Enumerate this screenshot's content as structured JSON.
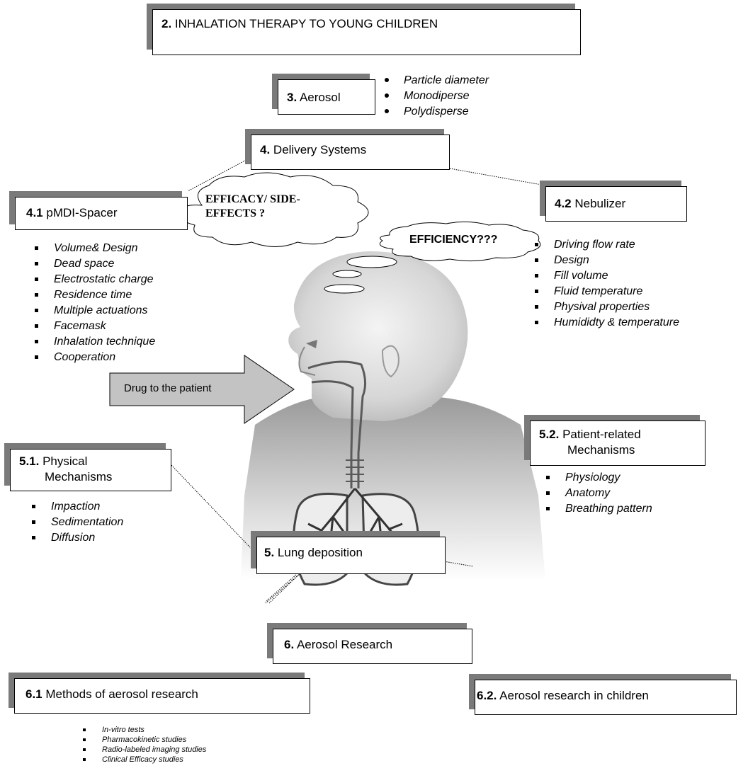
{
  "title_box": {
    "number": "2.",
    "text": " INHALATION THERAPY TO YOUNG CHILDREN"
  },
  "aerosol": {
    "number": "3.",
    "text": " Aerosol",
    "items": [
      "Particle diameter",
      "Monodiperse",
      "Polydisperse"
    ]
  },
  "delivery": {
    "number": "4.",
    "text": " Delivery Systems"
  },
  "pmdi": {
    "number": "4.1",
    "text": " pMDI-Spacer",
    "items": [
      "Volume& Design",
      "Dead space",
      "Electrostatic charge",
      "Residence time",
      "Multiple actuations",
      "Facemask",
      "Inhalation technique",
      "Cooperation"
    ]
  },
  "nebulizer": {
    "number": "4.2",
    "text": " Nebulizer",
    "items": [
      "Driving flow rate",
      "Design",
      "Fill volume",
      "Fluid temperature",
      "Physival properties",
      "Humididty & temperature"
    ]
  },
  "cloud1": {
    "line1": "EFFICACY/ SIDE-",
    "line2": "EFFECTS ?"
  },
  "cloud2": {
    "text": "EFFICIENCY???"
  },
  "arrow": {
    "label": "Drug to the patient"
  },
  "physical": {
    "number": "5.1.",
    "line1": " Physical",
    "line2": "Mechanisms",
    "items": [
      "Impaction",
      "Sedimentation",
      "Diffusion"
    ]
  },
  "patient": {
    "number": "5.2.",
    "line1": " Patient-related",
    "line2": "Mechanisms",
    "items": [
      "Physiology",
      "Anatomy",
      "Breathing pattern"
    ]
  },
  "lung": {
    "number": "5.",
    "text": " Lung deposition"
  },
  "research": {
    "number": "6.",
    "text": " Aerosol Research"
  },
  "methods": {
    "number": "6.1",
    "text": " Methods of aerosol research",
    "items": [
      "In-vitro tests",
      "Pharmacokinetic studies",
      "Radio-labeled imaging studies",
      "Clinical Efficacy studies"
    ]
  },
  "children": {
    "number": "6.2.",
    "text": " Aerosol research in children"
  }
}
